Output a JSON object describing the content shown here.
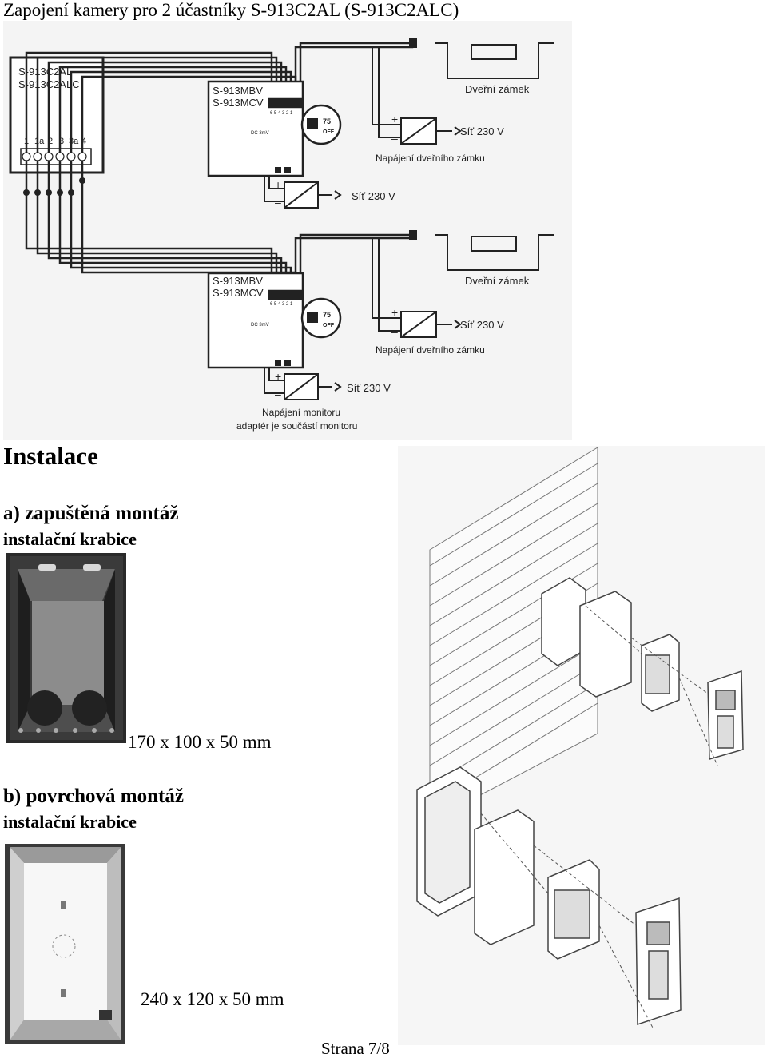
{
  "page_title": "Zapojení kamery pro 2 účastníky S-913C2AL (S-913C2ALC)",
  "wiring": {
    "base_model_line1": "S-913C2AL",
    "base_model_line2": "S-913C2ALC",
    "terminals": [
      "1",
      "1a",
      "2",
      "3",
      "3a",
      "4"
    ],
    "monitor_line1": "S-913MBV",
    "monitor_line2": "S-913MCV",
    "monitor_terminals": "6 5 4 3 2 1",
    "dc_label": "DC 3mV",
    "switch_on": "75",
    "switch_off": "OFF",
    "door_lock": "Dveřní zámek",
    "mains": "Síť 230 V",
    "lock_supply": "Napájení dveřního zámku",
    "monitor_supply_line1": "Napájení  monitoru",
    "monitor_supply_line2": "adaptér je součástí monitoru"
  },
  "install": {
    "heading": "Instalace",
    "flush_title": "a) zapuštěná montáž",
    "flush_box": "instalační krabice",
    "flush_dim": "170 x 100 x 50 mm",
    "surface_title": "b) povrchová montáž",
    "surface_box": "instalační krabice",
    "surface_dim": "240 x 120 x 50 mm"
  },
  "footer": {
    "page": "Strana 7/8"
  }
}
